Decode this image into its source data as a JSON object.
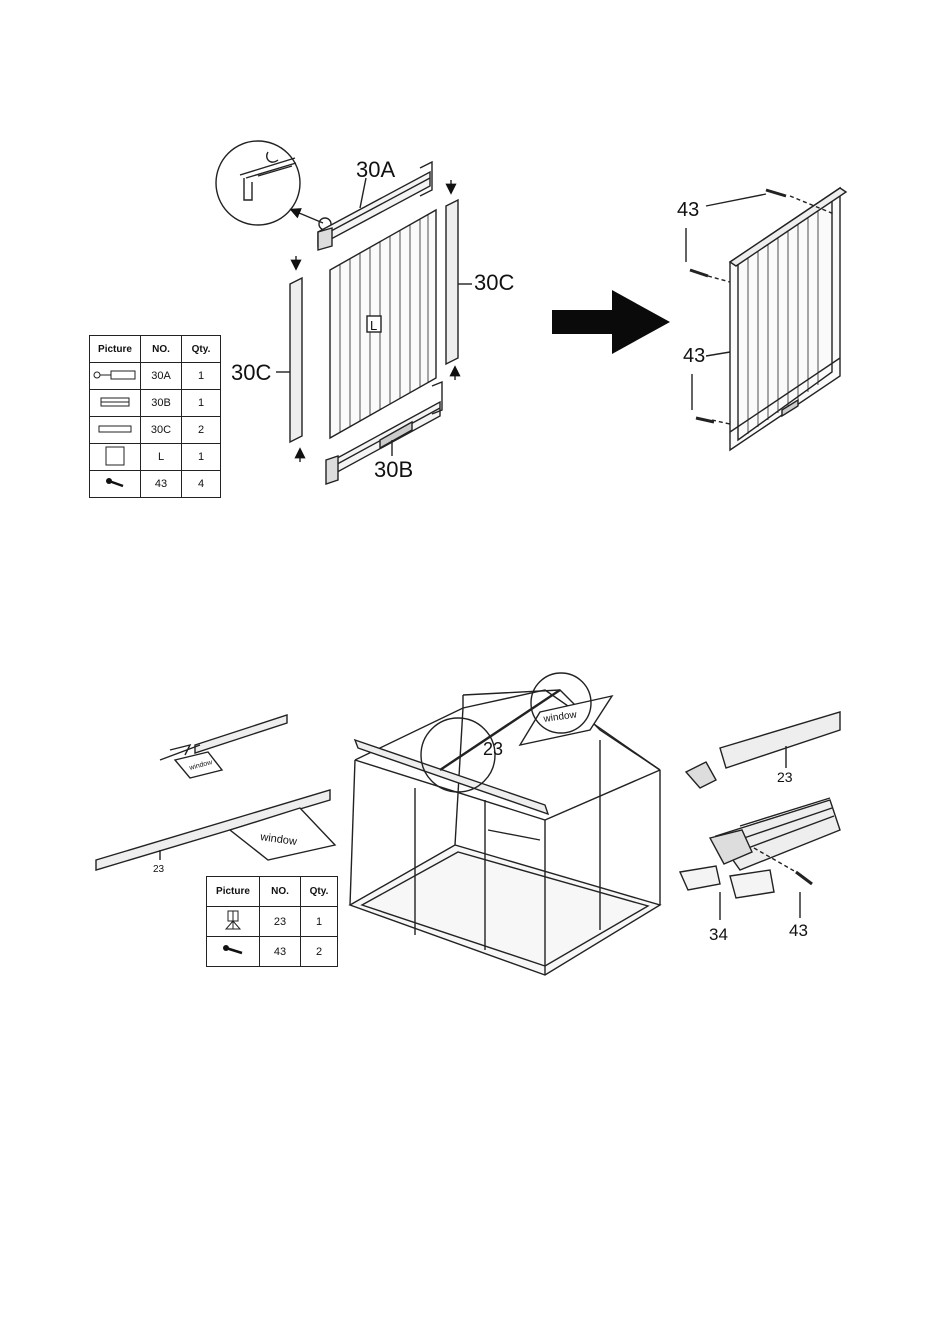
{
  "figure1": {
    "callouts": {
      "top_rail": "30A",
      "side_rail_right": "30C",
      "side_rail_left": "30C",
      "bottom_rail": "30B",
      "panel": "L",
      "screw_top": "43",
      "screw_bottom": "43"
    },
    "parts_table": {
      "headers": [
        "Picture",
        "NO.",
        "Qty."
      ],
      "rows": [
        {
          "icon": "rail-30a-icon",
          "no": "30A",
          "qty": "1"
        },
        {
          "icon": "rail-30b-icon",
          "no": "30B",
          "qty": "1"
        },
        {
          "icon": "rail-30c-icon",
          "no": "30C",
          "qty": "2"
        },
        {
          "icon": "panel-l-icon",
          "no": "L",
          "qty": "1"
        },
        {
          "icon": "screw-icon",
          "no": "43",
          "qty": "4"
        }
      ]
    }
  },
  "figure2": {
    "callouts": {
      "window_top": "window",
      "window_left_small": "window",
      "window_left_large": "window",
      "bar_left": "23",
      "bar_center": "23",
      "bar_right": "23",
      "connector": "34",
      "screw": "43"
    },
    "parts_table": {
      "headers": [
        "Picture",
        "NO.",
        "Qty."
      ],
      "rows": [
        {
          "icon": "window-opener-icon",
          "no": "23",
          "qty": "1"
        },
        {
          "icon": "screw-icon",
          "no": "43",
          "qty": "2"
        }
      ]
    }
  }
}
